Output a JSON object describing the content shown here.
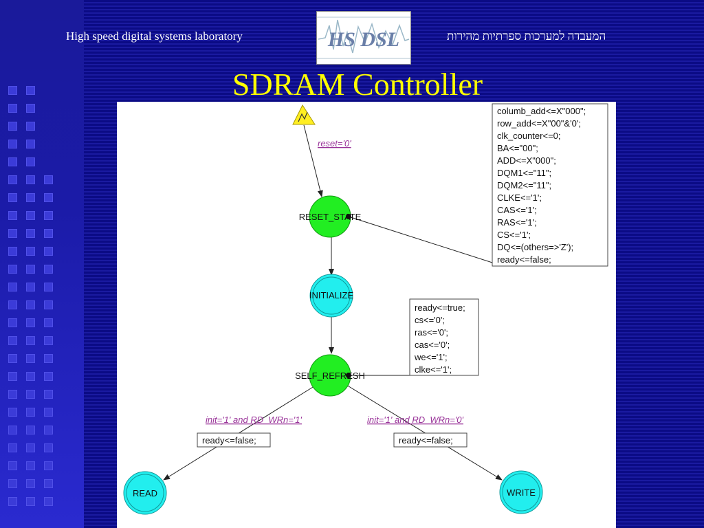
{
  "header": {
    "lab_name": "High speed digital systems laboratory",
    "lab_name_hebrew": "המעבדה למערכות ספרתיות מהירות",
    "logo_text": "HS DSL"
  },
  "slide": {
    "title": "SDRAM Controller"
  },
  "diagram": {
    "states": {
      "reset_state": "RESET_STATE",
      "initialize": "INITIALIZE",
      "self_refresh": "SELF_REFRESH",
      "read": "READ",
      "write": "WRITE"
    },
    "transitions": {
      "reset_condition": "reset='0'",
      "read_condition": "init='1' and RD_WRn='1'",
      "write_condition": "init='1' and RD_WRn='0'",
      "read_action": "ready<=false;",
      "write_action": "ready<=false;"
    },
    "reset_actions": [
      "columb_add<=X\"000\";",
      "row_add<=X\"00\"&'0';",
      "clk_counter<=0;",
      "BA<=\"00\";",
      "ADD<=X\"000\";",
      "DQM1<=\"11\";",
      "DQM2<=\"11\";",
      "CLKE<='1';",
      "CAS<='1';",
      "RAS<='1';",
      "CS<='1';",
      "DQ<=(others=>'Z');",
      "ready<=false;"
    ],
    "self_refresh_actions": [
      "ready<=true;",
      "cs<='0';",
      "ras<='0';",
      "cas<='0';",
      "we<='1';",
      "clke<='1';"
    ]
  },
  "colors": {
    "background": "#0a0a8c",
    "title": "#ffff00",
    "active_state": "#22ee22",
    "wait_state": "#22eeee",
    "condition_text": "#993399",
    "reset_marker": "#ffee22"
  }
}
